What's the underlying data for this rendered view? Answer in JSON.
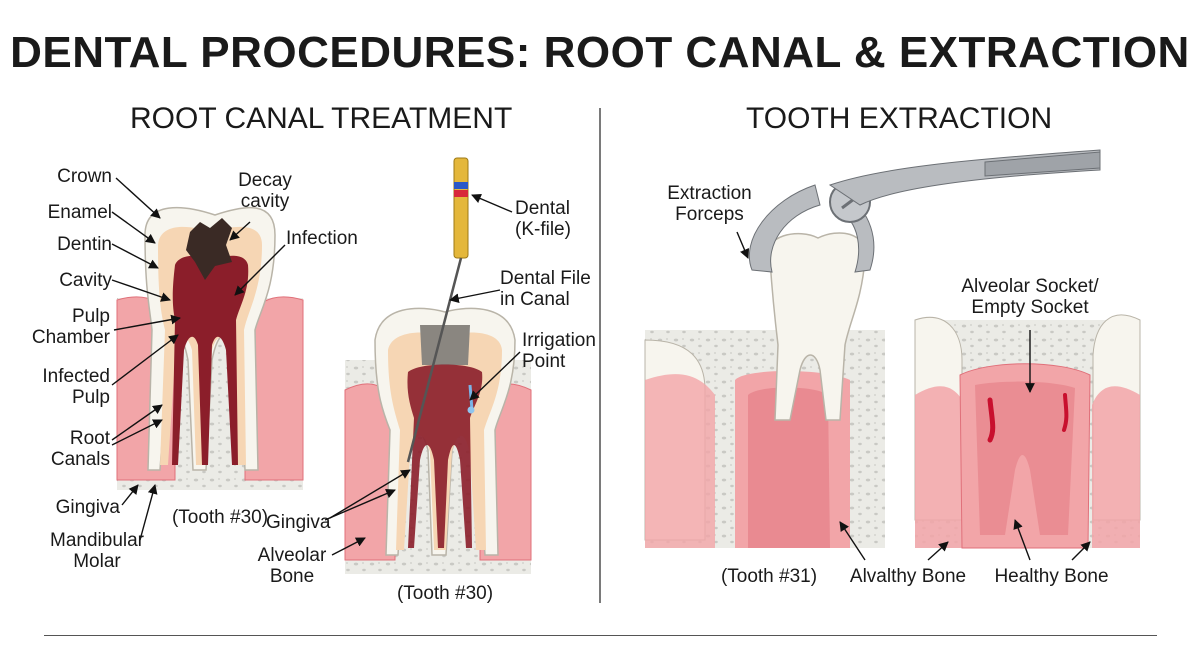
{
  "title": "DENTAL PROCEDURES: ROOT CANAL & EXTRACTION",
  "sections": {
    "root_canal": "ROOT CANAL TREATMENT",
    "extraction": "TOOTH EXTRACTION"
  },
  "labels": {
    "crown": "Crown",
    "enamel": "Enamel",
    "dentin": "Dentin",
    "cavity": "Cavity",
    "pulp_chamber": "Pulp\nChamber",
    "infected_pulp": "Infected\nPulp",
    "root_canals": "Root\nCanals",
    "gingiva_1": "Gingiva",
    "mandibular_molar": "Mandibular\nMolar",
    "decay_cavity": "Decay\ncavity",
    "infection": "Infection",
    "tooth30_a": "(Tooth #30)",
    "dental_kfile": "Dental\n(K-file)",
    "dental_file_in_canal": "Dental File\nin Canal",
    "irrigation_point": "Irrigation\nPoint",
    "gingiva_2": "Gingiva",
    "alveolar_bone": "Alveolar\nBone",
    "tooth30_b": "(Tooth #30)",
    "extraction_forceps": "Extraction\nForceps",
    "alveolar_socket": "Alveolar Socket/\nEmpty Socket",
    "tooth31": "(Tooth #31)",
    "alvalthy_bone": "Alvalthy Bone",
    "healthy_bone": "Healthy Bone"
  },
  "colors": {
    "gum": "#f2a5a8",
    "gum_dark": "#e0707a",
    "bone": "#ebebe6",
    "bone_spot": "#c9c9c4",
    "enamel": "#f7f5ee",
    "dentin": "#f6d6b4",
    "pulp": "#8b1e2a",
    "decay": "#3a2a25",
    "blood": "#c8102e",
    "metal": "#b9bcc0"
  }
}
